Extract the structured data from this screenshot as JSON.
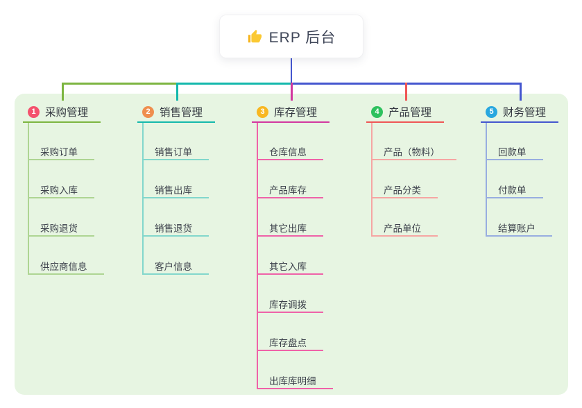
{
  "root": {
    "label": "ERP 后台",
    "icon": "thumbs-up-icon"
  },
  "canvas": {
    "background": "#ffffff",
    "panel_background": "#e7f5e2"
  },
  "branches": [
    {
      "num": "1",
      "label": "采购管理",
      "badge_color": "#f4526d",
      "line_color": "#7cb540",
      "child_line_color": "#aed593",
      "children": [
        "采购订单",
        "采购入库",
        "采购退货",
        "供应商信息"
      ]
    },
    {
      "num": "2",
      "label": "销售管理",
      "badge_color": "#ef8e4e",
      "line_color": "#14b8ac",
      "child_line_color": "#82d7cc",
      "children": [
        "销售订单",
        "销售出库",
        "销售退货",
        "客户信息"
      ]
    },
    {
      "num": "3",
      "label": "库存管理",
      "badge_color": "#f8b721",
      "line_color": "#d2379f",
      "child_line_color": "#ef62a8",
      "children": [
        "仓库信息",
        "产品库存",
        "其它出库",
        "其它入库",
        "库存调拨",
        "库存盘点",
        "出库库明细"
      ]
    },
    {
      "num": "4",
      "label": "产品管理",
      "badge_color": "#2ec15e",
      "line_color": "#ef5656",
      "child_line_color": "#f6a6a3",
      "children": [
        "产品（物料）",
        "产品分类",
        "产品单位"
      ]
    },
    {
      "num": "5",
      "label": "财务管理",
      "badge_color": "#29a7df",
      "line_color": "#4456cf",
      "child_line_color": "#98ade0",
      "children": [
        "回款单",
        "付款单",
        "结算账户"
      ]
    }
  ]
}
